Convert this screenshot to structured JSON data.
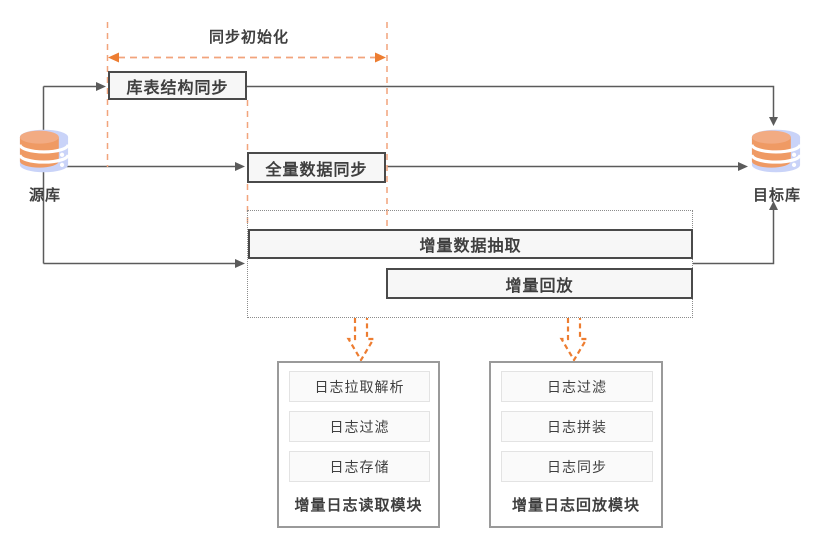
{
  "diagram": {
    "init_phase_label": "同步初始化",
    "source_db": {
      "label": "源库",
      "icon": "database-icon"
    },
    "target_db": {
      "label": "目标库",
      "icon": "database-icon"
    },
    "steps": {
      "schema_sync": "库表结构同步",
      "full_sync": "全量数据同步",
      "incremental_extract": "增量数据抽取",
      "incremental_replay": "增量回放"
    },
    "modules": {
      "log_reader": {
        "label": "增量日志读取模块",
        "items": [
          "日志拉取解析",
          "日志过滤",
          "日志存储"
        ]
      },
      "log_replayer": {
        "label": "增量日志回放模块",
        "items": [
          "日志过滤",
          "日志拼装",
          "日志同步"
        ]
      }
    },
    "colors": {
      "accent_orange": "#ED7D31",
      "accent_orange_light": "#F2A47C",
      "connector_gray": "#5b5b5b",
      "box_border_dark": "#4a4a4a",
      "module_border_gray": "#9a9a9a",
      "dotted_border_gray": "#8c8c8c",
      "text_dark": "#3f3f3f",
      "db_blue": "#c9d3f8",
      "db_orange": "#ef9a64"
    }
  }
}
